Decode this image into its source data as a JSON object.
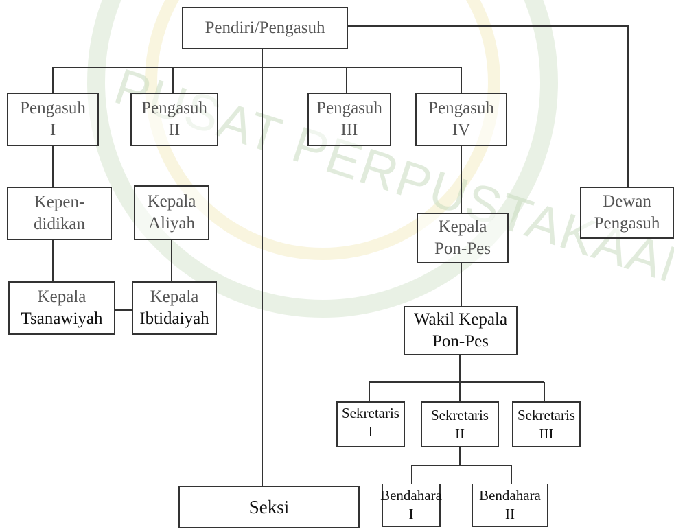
{
  "diagram": {
    "root": "Pendiri/Pengasuh",
    "pengasuh": [
      [
        "Pengasuh",
        "I"
      ],
      [
        "Pengasuh",
        "II"
      ],
      [
        "Pengasuh",
        "III"
      ],
      [
        "Pengasuh",
        "IV"
      ]
    ],
    "dewan": [
      "Dewan",
      "Pengasuh"
    ],
    "kependidikan": [
      "Kepen-",
      "didikan"
    ],
    "kepala_aliyah": [
      "Kepala",
      "Aliyah"
    ],
    "kepala_tsanawiyah": [
      "Kepala",
      "Tsanawiyah"
    ],
    "kepala_ibtidaiyah": [
      "Kepala",
      "Ibtidaiyah"
    ],
    "kepala_ponpes": [
      "Kepala",
      "Pon-Pes"
    ],
    "wakil_kepala": [
      "Wakil Kepala",
      "Pon-Pes"
    ],
    "sekretaris": [
      [
        "Sekretaris",
        "I"
      ],
      [
        "Sekretaris",
        "II"
      ],
      [
        "Sekretaris",
        "III"
      ]
    ],
    "bendahara": [
      [
        "Bendahara",
        "I"
      ],
      [
        "Bendahara",
        "II"
      ]
    ],
    "seksi": "Seksi"
  },
  "watermark": {
    "text": "PUSAT PERPUSTAKAAN",
    "color": "#c9dcc0"
  },
  "colors": {
    "line": "#333333",
    "faded_text": "#555555",
    "dark_text": "#111111"
  }
}
